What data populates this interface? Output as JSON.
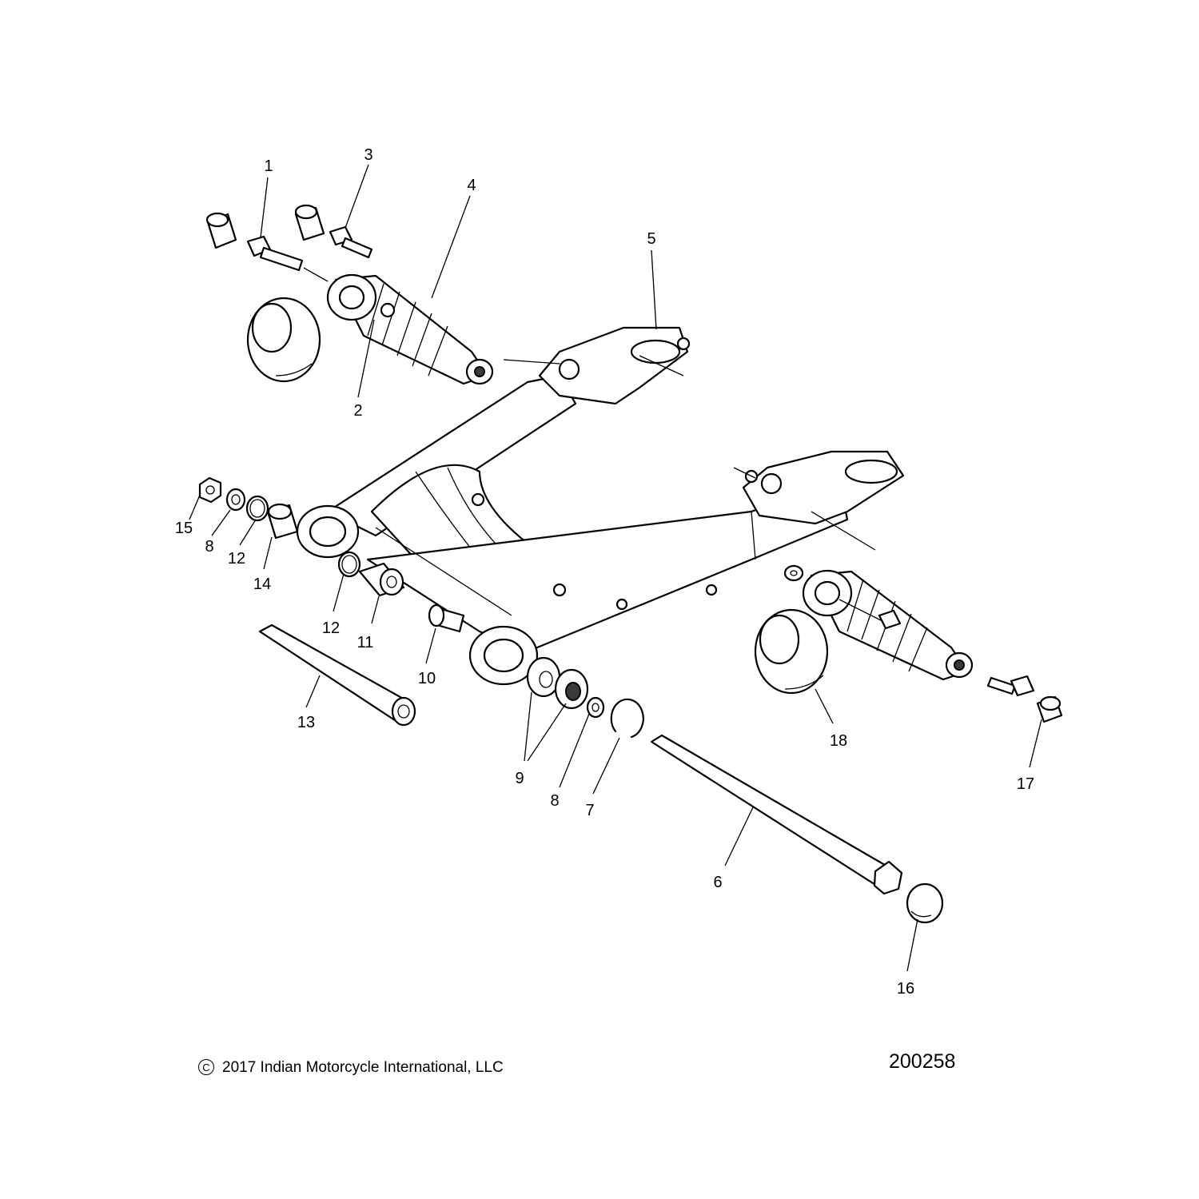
{
  "callouts": [
    "1",
    "2",
    "3",
    "4",
    "5",
    "6",
    "7",
    "8",
    "8",
    "9",
    "10",
    "11",
    "12",
    "12",
    "13",
    "14",
    "15",
    "16",
    "17",
    "18"
  ],
  "footer": {
    "copyright_symbol": "C",
    "copyright_text": "2017 Indian Motorcycle International, LLC",
    "diagram_number": "200258"
  },
  "icons": {
    "copyright": "copyright-icon"
  }
}
